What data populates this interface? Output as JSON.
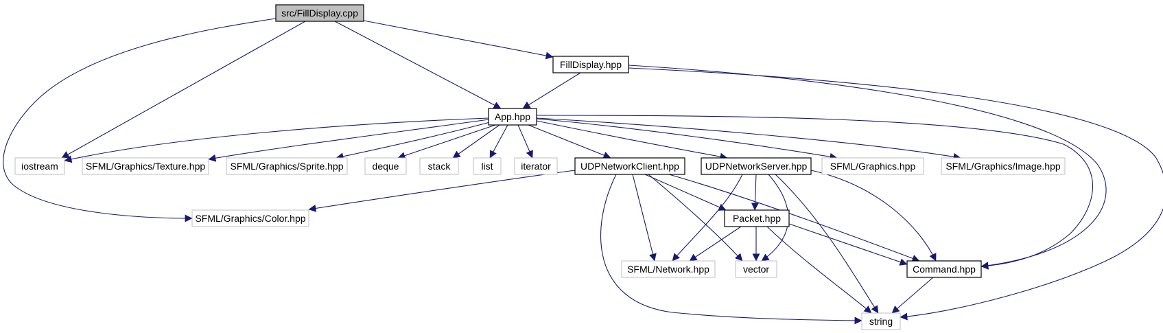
{
  "diagram": {
    "type": "include-dependency-graph",
    "nodes": [
      {
        "id": "src_filldisplay_cpp",
        "label": "src/FillDisplay.cpp",
        "style": "root"
      },
      {
        "id": "filldisplay_hpp",
        "label": "FillDisplay.hpp",
        "style": "documented"
      },
      {
        "id": "app_hpp",
        "label": "App.hpp",
        "style": "documented"
      },
      {
        "id": "iostream",
        "label": "iostream",
        "style": "external"
      },
      {
        "id": "sfml_texture",
        "label": "SFML/Graphics/Texture.hpp",
        "style": "external"
      },
      {
        "id": "sfml_sprite",
        "label": "SFML/Graphics/Sprite.hpp",
        "style": "external"
      },
      {
        "id": "deque",
        "label": "deque",
        "style": "external"
      },
      {
        "id": "stack",
        "label": "stack",
        "style": "external"
      },
      {
        "id": "list",
        "label": "list",
        "style": "external"
      },
      {
        "id": "iterator",
        "label": "iterator",
        "style": "external"
      },
      {
        "id": "udp_client",
        "label": "UDPNetworkClient.hpp",
        "style": "documented"
      },
      {
        "id": "udp_server",
        "label": "UDPNetworkServer.hpp",
        "style": "documented"
      },
      {
        "id": "sfml_graphics",
        "label": "SFML/Graphics.hpp",
        "style": "external"
      },
      {
        "id": "sfml_image",
        "label": "SFML/Graphics/Image.hpp",
        "style": "external"
      },
      {
        "id": "sfml_color",
        "label": "SFML/Graphics/Color.hpp",
        "style": "external"
      },
      {
        "id": "packet_hpp",
        "label": "Packet.hpp",
        "style": "documented"
      },
      {
        "id": "sfml_network",
        "label": "SFML/Network.hpp",
        "style": "external"
      },
      {
        "id": "vector",
        "label": "vector",
        "style": "external"
      },
      {
        "id": "command_hpp",
        "label": "Command.hpp",
        "style": "documented"
      },
      {
        "id": "string",
        "label": "string",
        "style": "external"
      }
    ],
    "edges": [
      {
        "from": "src_filldisplay_cpp",
        "to": "iostream"
      },
      {
        "from": "src_filldisplay_cpp",
        "to": "app_hpp"
      },
      {
        "from": "src_filldisplay_cpp",
        "to": "filldisplay_hpp"
      },
      {
        "from": "src_filldisplay_cpp",
        "to": "sfml_color"
      },
      {
        "from": "filldisplay_hpp",
        "to": "app_hpp"
      },
      {
        "from": "filldisplay_hpp",
        "to": "command_hpp"
      },
      {
        "from": "filldisplay_hpp",
        "to": "string"
      },
      {
        "from": "app_hpp",
        "to": "iostream"
      },
      {
        "from": "app_hpp",
        "to": "sfml_texture"
      },
      {
        "from": "app_hpp",
        "to": "sfml_sprite"
      },
      {
        "from": "app_hpp",
        "to": "deque"
      },
      {
        "from": "app_hpp",
        "to": "stack"
      },
      {
        "from": "app_hpp",
        "to": "list"
      },
      {
        "from": "app_hpp",
        "to": "iterator"
      },
      {
        "from": "app_hpp",
        "to": "udp_client"
      },
      {
        "from": "app_hpp",
        "to": "udp_server"
      },
      {
        "from": "app_hpp",
        "to": "sfml_graphics"
      },
      {
        "from": "app_hpp",
        "to": "sfml_image"
      },
      {
        "from": "app_hpp",
        "to": "command_hpp"
      },
      {
        "from": "udp_client",
        "to": "sfml_color"
      },
      {
        "from": "udp_client",
        "to": "packet_hpp"
      },
      {
        "from": "udp_client",
        "to": "command_hpp"
      },
      {
        "from": "udp_client",
        "to": "sfml_network"
      },
      {
        "from": "udp_client",
        "to": "vector"
      },
      {
        "from": "udp_client",
        "to": "string"
      },
      {
        "from": "udp_server",
        "to": "packet_hpp"
      },
      {
        "from": "udp_server",
        "to": "command_hpp"
      },
      {
        "from": "udp_server",
        "to": "sfml_network"
      },
      {
        "from": "udp_server",
        "to": "vector"
      },
      {
        "from": "udp_server",
        "to": "string"
      },
      {
        "from": "packet_hpp",
        "to": "sfml_network"
      },
      {
        "from": "packet_hpp",
        "to": "vector"
      },
      {
        "from": "packet_hpp",
        "to": "command_hpp"
      },
      {
        "from": "packet_hpp",
        "to": "string"
      },
      {
        "from": "command_hpp",
        "to": "string"
      }
    ]
  },
  "colors": {
    "edge": "#191970",
    "root_fill": "#bfbfbf",
    "documented_border": "#000000",
    "external_border": "#bfbfbf",
    "text": "#000000",
    "background": "#ffffff"
  }
}
